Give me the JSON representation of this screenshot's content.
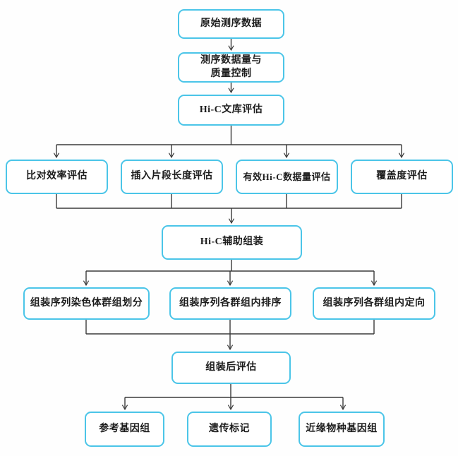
{
  "diagram": {
    "type": "flowchart",
    "colors": {
      "node_border": "#4bc5e8",
      "connector": "#3a3a3a",
      "text": "#1c1c1c",
      "background": "#fefefe"
    },
    "nodes": {
      "raw_sequencing_data": {
        "label": "原始测序数据"
      },
      "data_quantity_quality_control": {
        "label": "测序数据量与\n质量控制"
      },
      "hic_library_evaluation": {
        "label": "Hi-C文库评估"
      },
      "alignment_efficiency_evaluation": {
        "label": "比对效率评估"
      },
      "insert_length_evaluation": {
        "label": "插入片段长度评估"
      },
      "effective_hic_data_evaluation": {
        "label": "有效Hi-C数据量评估"
      },
      "coverage_evaluation": {
        "label": "覆盖度评估"
      },
      "hic_assisted_assembly": {
        "label": "Hi-C辅助组装"
      },
      "chromosome_group_partition": {
        "label": "组装序列染色体群组划分"
      },
      "intragroup_ordering": {
        "label": "组装序列各群组内排序"
      },
      "intragroup_orientation": {
        "label": "组装序列各群组内定向"
      },
      "post_assembly_evaluation": {
        "label": "组装后评估"
      },
      "reference_genome": {
        "label": "参考基因组"
      },
      "genetic_markers": {
        "label": "遗传标记"
      },
      "related_species_genome": {
        "label": "近缘物种基因组"
      }
    },
    "edges": [
      "原始测序数据 -> 测序数据量与质量控制",
      "测序数据量与质量控制 -> Hi-C文库评估",
      "Hi-C文库评估 -> 比对效率评估",
      "Hi-C文库评估 -> 插入片段长度评估",
      "Hi-C文库评估 -> 有效Hi-C数据量评估",
      "Hi-C文库评估 -> 覆盖度评估",
      "比对效率评估 -> Hi-C辅助组装",
      "插入片段长度评估 -> Hi-C辅助组装",
      "有效Hi-C数据量评估 -> Hi-C辅助组装",
      "覆盖度评估 -> Hi-C辅助组装",
      "Hi-C辅助组装 -> 组装序列染色体群组划分",
      "Hi-C辅助组装 -> 组装序列各群组内排序",
      "Hi-C辅助组装 -> 组装序列各群组内定向",
      "组装序列染色体群组划分 -> 组装后评估",
      "组装序列各群组内排序 -> 组装后评估",
      "组装序列各群组内定向 -> 组装后评估",
      "组装后评估 -> 参考基因组",
      "组装后评估 -> 遗传标记",
      "组装后评估 -> 近缘物种基因组"
    ]
  }
}
